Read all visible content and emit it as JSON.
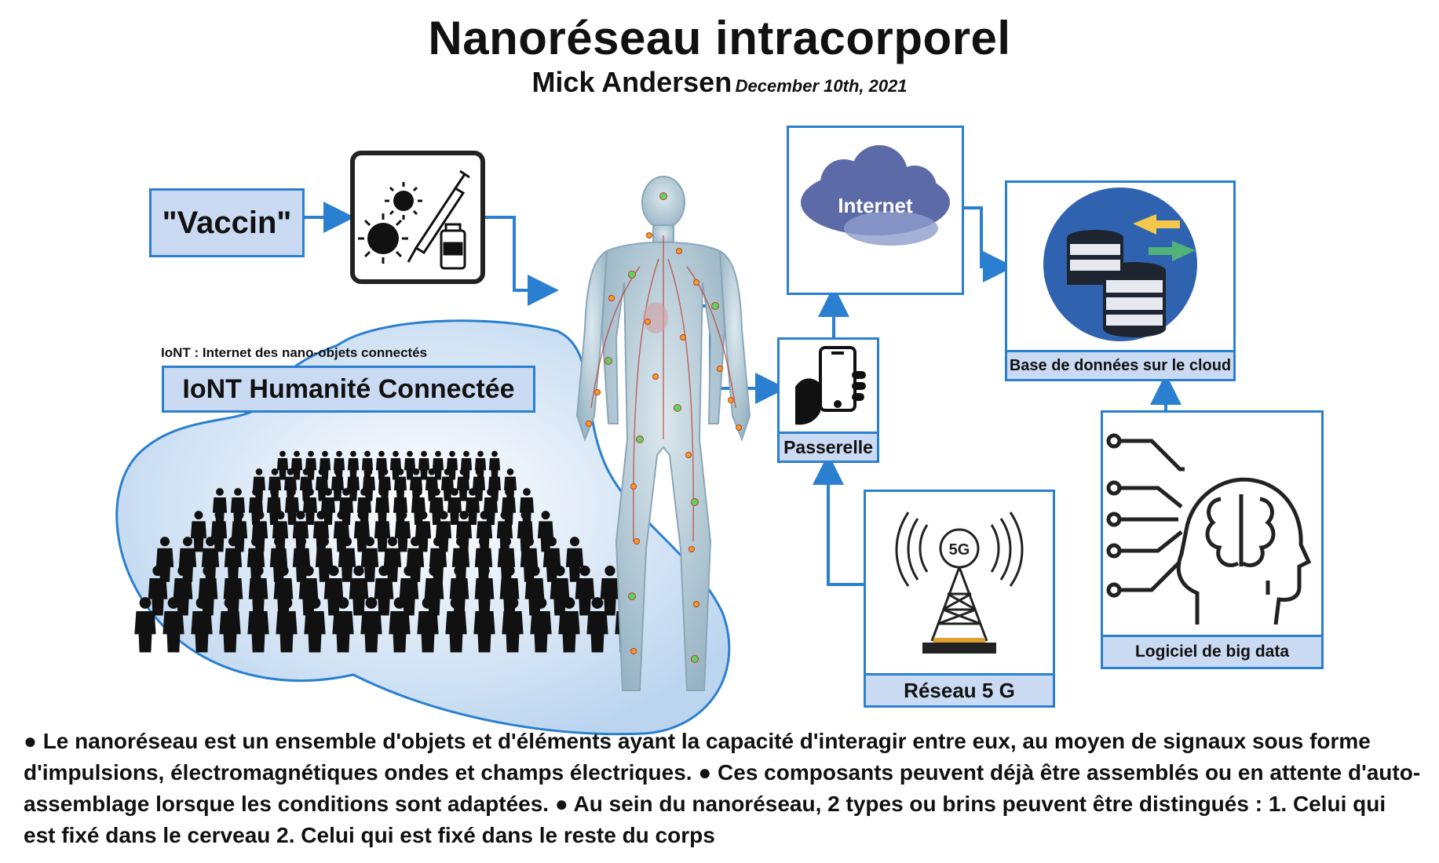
{
  "header": {
    "title": "Nanoréseau intracorporel",
    "author": "Mick Andersen",
    "date": "December 10th, 2021"
  },
  "nodes": {
    "vaccin": "\"Vaccin\"",
    "iont_note": "IoNT : Internet des nano-objets connectés",
    "iont_title": "IoNT Humanité Connectée",
    "internet": "Internet",
    "passerelle": "Passerelle",
    "database": "Base de données sur le cloud",
    "network5g": "Réseau 5 G",
    "fiveg_icon_text": "5G",
    "bigdata": "Logiciel de big data"
  },
  "description": "● Le nanoréseau est un ensemble d'objets et d'éléments ayant la capacité d'interagir entre eux, au moyen de signaux sous forme d'impulsions, électromagnétiques ondes et champs électriques. ●  Ces composants peuvent déjà être assemblés ou en attente d'auto-assemblage lorsque les conditions  sont adaptées. ● Au sein du nanoréseau, 2 types ou brins peuvent être distingués : 1. Celui qui est fixé dans le cerveau 2. Celui qui est fixé dans le reste du corps",
  "colors": {
    "accent": "#2a7fd0",
    "label_fill": "#c9daf2",
    "crowd_blob": "#c6dcf3",
    "body": "#a9c3d3",
    "cloud": "#5c6aa8",
    "db_circle": "#2f63b0"
  },
  "icons": [
    "vaccine-virus-icon",
    "human-body-icon",
    "crowd-icon",
    "cloud-icon",
    "smartphone-hand-icon",
    "database-icon",
    "tower-5g-icon",
    "brain-circuit-icon"
  ]
}
